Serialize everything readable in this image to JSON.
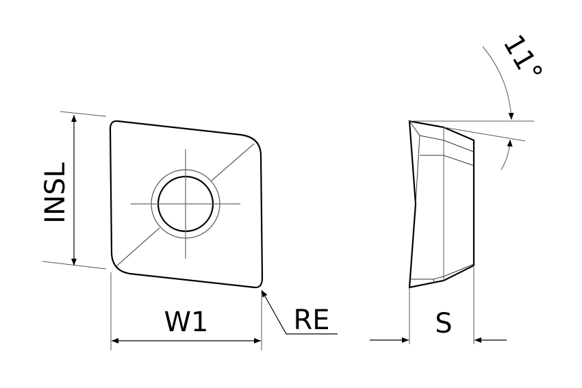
{
  "labels": {
    "insl": "INSL",
    "w1": "W1",
    "re": "RE",
    "s": "S",
    "angle": "11°"
  },
  "colors": {
    "outline": "#000000",
    "thin": "#555555"
  }
}
